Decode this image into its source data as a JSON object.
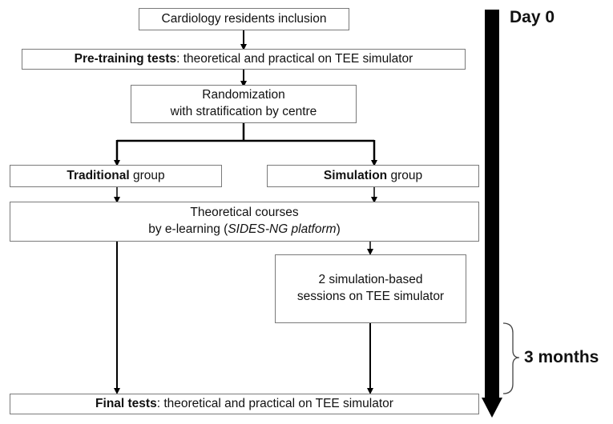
{
  "flow": {
    "inclusion": "Cardiology residents inclusion",
    "pretest": {
      "bold": "Pre-training tests",
      "rest": ": theoretical and practical on TEE simulator"
    },
    "randomization": {
      "line1": "Randomization",
      "line2": "with stratification by centre"
    },
    "traditional": {
      "bold": "Traditional",
      "rest": " group"
    },
    "simulation": {
      "bold": "Simulation",
      "rest": " group"
    },
    "theory": {
      "line1": "Theoretical courses",
      "line2_pre": "by e-learning (",
      "line2_italic": "SIDES-NG platform",
      "line2_post": ")"
    },
    "sessions": {
      "line1": "2 simulation-based",
      "line2": "sessions on TEE simulator"
    },
    "final": {
      "bold": "Final tests",
      "rest": ": theoretical and practical on TEE simulator"
    }
  },
  "timeline": {
    "start_label": "Day 0",
    "period_label": "3 months"
  },
  "colors": {
    "arrow": "#000000",
    "box_border": "#7a7a7a"
  }
}
